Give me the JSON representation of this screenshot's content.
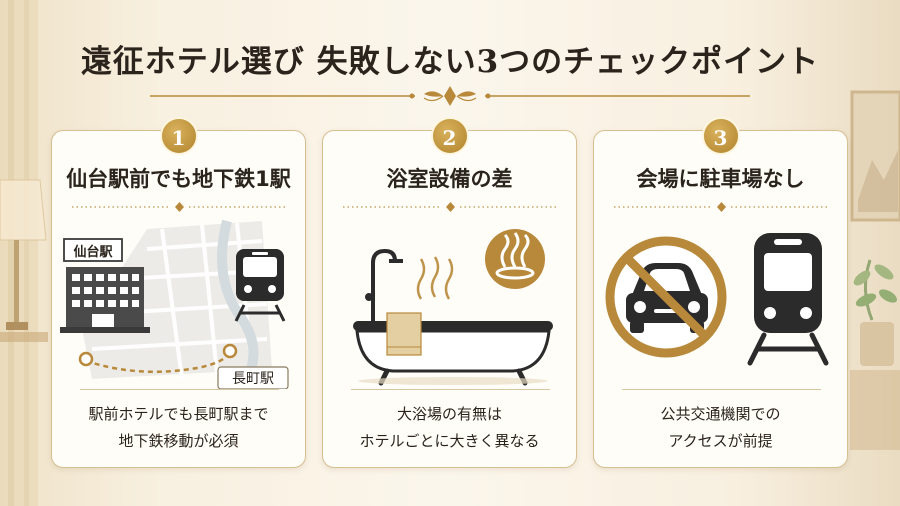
{
  "title": "遠征ホテル選び 失敗しない3つのチェックポイント",
  "cards": [
    {
      "number": "1",
      "title": "仙台駅前でも地下鉄1駅",
      "illustration": {
        "building_label": "仙台駅",
        "station_label": "長町駅",
        "icons": [
          "building-icon",
          "map-icon",
          "subway-train-icon"
        ]
      },
      "desc_lines": [
        "駅前ホテルでも長町駅まで",
        "地下鉄移動が必須"
      ]
    },
    {
      "number": "2",
      "title": "浴室設備の差",
      "illustration": {
        "icons": [
          "bathtub-icon",
          "hot-spring-icon",
          "steam-icon",
          "towel-icon"
        ]
      },
      "desc_lines": [
        "大浴場の有無は",
        "ホテルごとに大きく異なる"
      ]
    },
    {
      "number": "3",
      "title": "会場に駐車場なし",
      "illustration": {
        "icons": [
          "no-car-icon",
          "train-icon"
        ]
      },
      "desc_lines": [
        "公共交通機関での",
        "アクセスが前提"
      ]
    }
  ],
  "colors": {
    "gold": "#b8893a",
    "dark": "#2b241d",
    "card_bg": "#fffdf8",
    "border": "#d6bf91"
  }
}
